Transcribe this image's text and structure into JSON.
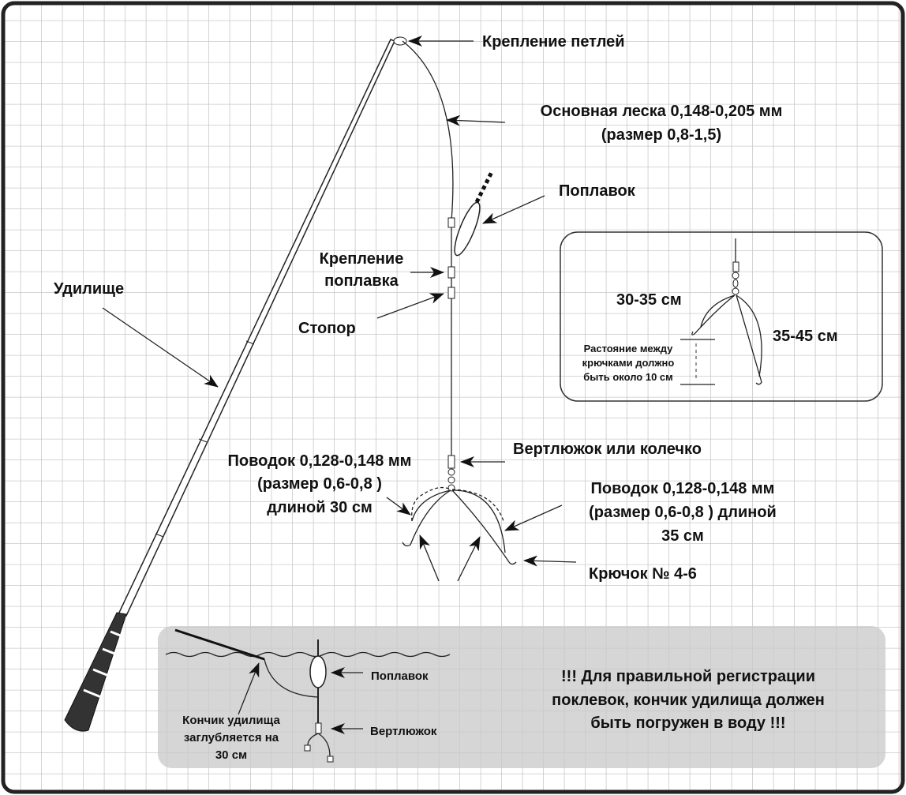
{
  "labels": {
    "loop": "Крепление петлей",
    "main_line_1": "Основная леска 0,148-0,205 мм",
    "main_line_2": "(размер 0,8-1,5)",
    "float": "Поплавок",
    "float_mount_1": "Крепление",
    "float_mount_2": "поплавка",
    "stopper": "Стопор",
    "rod": "Удилище",
    "swivel": "Вертлюжок или колечко",
    "leader_left_1": "Поводок 0,128-0,148 мм",
    "leader_left_2": "(размер 0,6-0,8 )",
    "leader_left_3": "длиной 30 см",
    "leader_right_1": "Поводок 0,128-0,148 мм",
    "leader_right_2": "(размер 0,6-0,8 ) длиной",
    "leader_right_3": "35 см",
    "hook": "Крючок № 4-6"
  },
  "inset": {
    "short": "30-35 см",
    "long": "35-45 см",
    "distance_1": "Растояние между",
    "distance_2": "крючками должно",
    "distance_3": "быть около 10 см"
  },
  "water_box": {
    "float": "Поплавок",
    "swivel": "Вертлюжок",
    "tip_1": "Кончик удилища",
    "tip_2": "заглубляется на",
    "tip_3": "30 см",
    "note_1": "!!! Для правильной регистрации",
    "note_2": "поклевок, кончик удилища должен",
    "note_3": "быть погружен в воду !!!"
  }
}
